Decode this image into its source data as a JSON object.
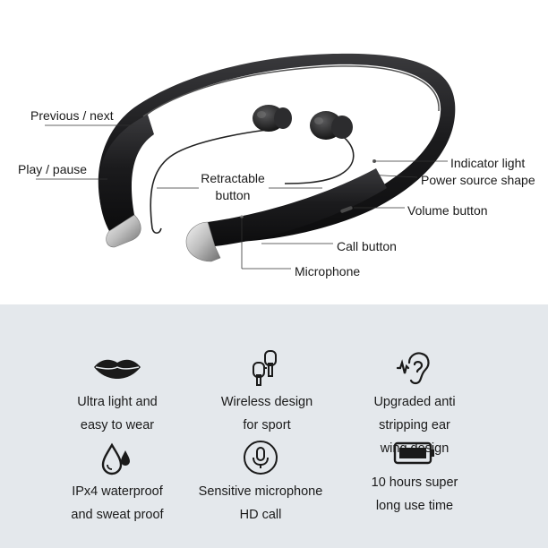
{
  "callouts": {
    "previous_next": "Previous / next",
    "play_pause": "Play / pause",
    "retractable_line1": "Retractable",
    "retractable_line2": "button",
    "indicator_light": "Indicator light",
    "power_source_shape": "Power source shape",
    "volume_button": "Volume button",
    "call_button": "Call button",
    "microphone": "Microphone"
  },
  "features": [
    {
      "icon": "lips-icon",
      "lines": [
        "Ultra light and",
        "easy to wear"
      ]
    },
    {
      "icon": "earbuds-icon",
      "lines": [
        "Wireless design",
        "for sport"
      ]
    },
    {
      "icon": "ear-icon",
      "lines": [
        "Upgraded anti",
        "stripping ear",
        "wing design"
      ]
    },
    {
      "icon": "water-drops-icon",
      "lines": [
        "IPx4 waterproof",
        "and sweat proof"
      ]
    },
    {
      "icon": "microphone-icon",
      "lines": [
        "Sensitive microphone",
        "HD call"
      ]
    },
    {
      "icon": "battery-icon",
      "lines": [
        "10 hours super",
        "long use time"
      ]
    }
  ],
  "colors": {
    "headset_body": "#1c1c1e",
    "panel_background": "#e4e8ec",
    "text": "#1a1a1a"
  }
}
